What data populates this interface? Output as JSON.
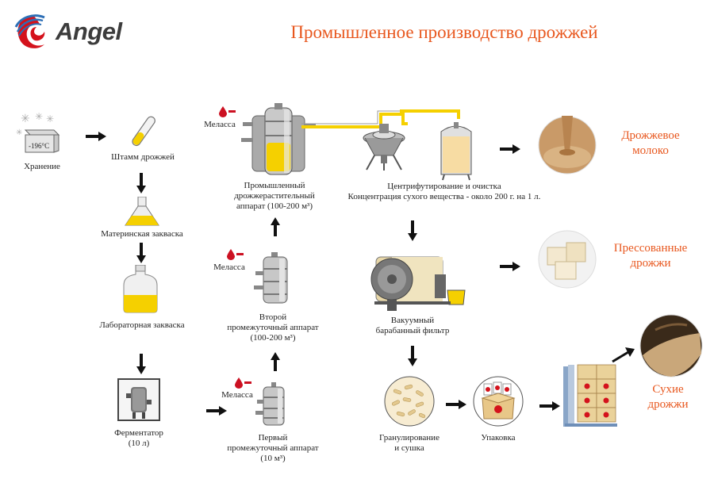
{
  "header": {
    "brand": "Angel",
    "title": "Промышленное производство дрожжей"
  },
  "colors": {
    "accent": "#e8571e",
    "yeast": "#f5d000",
    "molasses": "#cc1122"
  },
  "steps": {
    "storage": {
      "label": "Хранение",
      "temp": "-196°C"
    },
    "strain": {
      "label": "Штамм дрожжей"
    },
    "mother_culture": {
      "label": "Материнская закваска"
    },
    "lab_culture": {
      "label": "Лабораторная закваска"
    },
    "fermenter": {
      "line1": "Ферментатор",
      "line2": "(10 л)"
    },
    "first_intermediate": {
      "line1": "Первый",
      "line2": "промежуточный аппарат",
      "line3": "(10 м³)"
    },
    "second_intermediate": {
      "line1": "Второй",
      "line2": "промежуточный аппарат",
      "line3": "(100-200 м³)"
    },
    "industrial": {
      "line1": "Промышленный",
      "line2": "дрожжерастительный",
      "line3": "аппарат (100-200 м³)"
    },
    "centrifuge": {
      "line1": "Центрифутирование и очистка",
      "line2": "Концентрация сухого вещества - около 200 г. на 1 л."
    },
    "vacuum_filter": {
      "line1": "Вакуумный",
      "line2": "барабанный фильтр"
    },
    "granulation": {
      "line1": "Гранулирование",
      "line2": "и сушка"
    },
    "packaging": {
      "label": "Упаковка"
    }
  },
  "molasses": {
    "label_top": "Меласса",
    "label_mid": "Меласса",
    "label_bottom": "Меласса"
  },
  "products": {
    "cream": {
      "line1": "Дрожжевое",
      "line2": "молоко"
    },
    "pressed": {
      "line1": "Прессованные",
      "line2": "дрожжи"
    },
    "dry": {
      "line1": "Сухие",
      "line2": "дрожжи"
    }
  }
}
